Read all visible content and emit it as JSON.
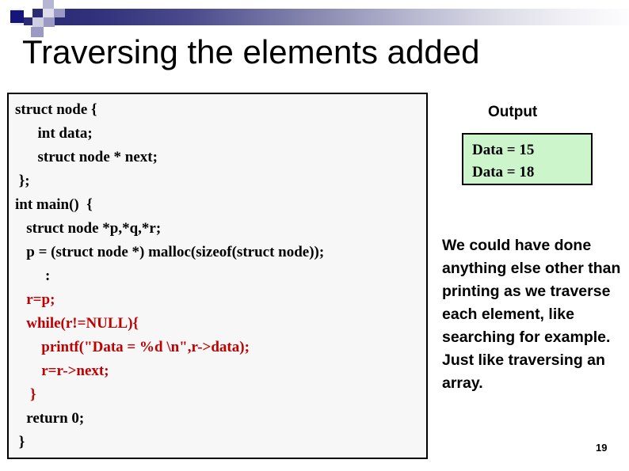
{
  "slide": {
    "title": "Traversing the elements added",
    "page_number": "19"
  },
  "decoration": {
    "gradient_start_color": "#2a2a72",
    "gradient_end_color": "#fdfdfe",
    "accent_square_color": "#16167a",
    "tint_square_color": "#9a9ac4"
  },
  "code_panel": {
    "border_color": "#000000",
    "background_color": "#f7f7f7",
    "highlight_color": "#c00000",
    "lines": [
      {
        "text": "struct node {",
        "highlighted": false
      },
      {
        "text": "      int data;",
        "highlighted": false
      },
      {
        "text": "      struct node * next;",
        "highlighted": false
      },
      {
        "text": " };",
        "highlighted": false
      },
      {
        "text": "int main()  {",
        "highlighted": false
      },
      {
        "text": "   struct node *p,*q,*r;",
        "highlighted": false
      },
      {
        "text": "   p = (struct node *) malloc(sizeof(struct node));",
        "highlighted": false
      },
      {
        "text": "        :",
        "highlighted": false
      },
      {
        "text": "   r=p;",
        "highlighted": true
      },
      {
        "text": "   while(r!=NULL){",
        "highlighted": true
      },
      {
        "text": "       printf(\"Data = %d \\n\",r->data);",
        "highlighted": true
      },
      {
        "text": "       r=r->next;",
        "highlighted": true
      },
      {
        "text": "    }",
        "highlighted": true
      },
      {
        "text": "   return 0;",
        "highlighted": false
      },
      {
        "text": " }",
        "highlighted": false
      }
    ]
  },
  "output": {
    "label": "Output",
    "background_color": "#ccf5cc",
    "border_color": "#000000",
    "lines": [
      "Data = 15",
      "Data = 18"
    ]
  },
  "note": {
    "text": "We could have done anything else other than printing as we traverse each element, like searching for example. Just like traversing an array."
  }
}
